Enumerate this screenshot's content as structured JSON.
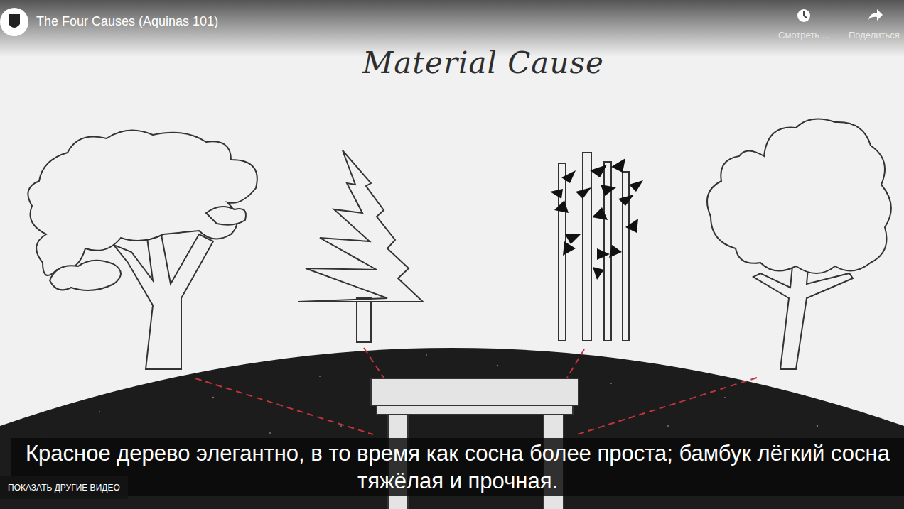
{
  "diagram": {
    "title": "Material Cause",
    "caption": "Красное дерево элегантно, в то время как сосна более проста; бамбук лёгкий сосна тяжёлая и прочная.",
    "nodes": [
      {
        "text": [
          "ПОКАЗАТЬ ДРУГИЕ ВИДЕО"
        ]
      }
    ],
    "labels": [
      "The Four Causes (Aquinas 101)",
      "Смотреть ...",
      "Поделиться"
    ]
  }
}
